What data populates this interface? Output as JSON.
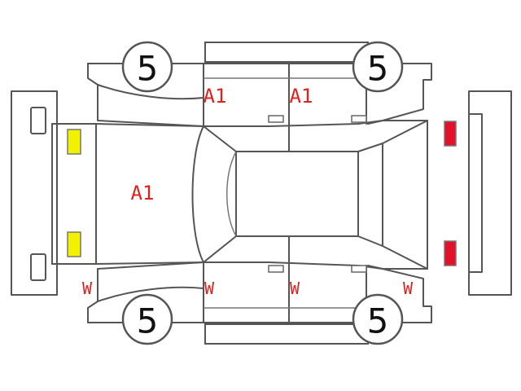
{
  "tires": {
    "front_left": "5",
    "rear_left": "5",
    "front_right": "5",
    "rear_right": "5"
  },
  "damage_codes": {
    "hood": "A1",
    "left_front_door": "A1",
    "left_rear_door": "A1",
    "right_front_fender": "W",
    "right_front_door": "W",
    "right_rear_door": "W",
    "right_rear_quarter": "W"
  },
  "colors": {
    "code": "#e0201c",
    "front_lamp": "#f2f200",
    "rear_lamp": "#e3102a",
    "outline": "#555555"
  }
}
